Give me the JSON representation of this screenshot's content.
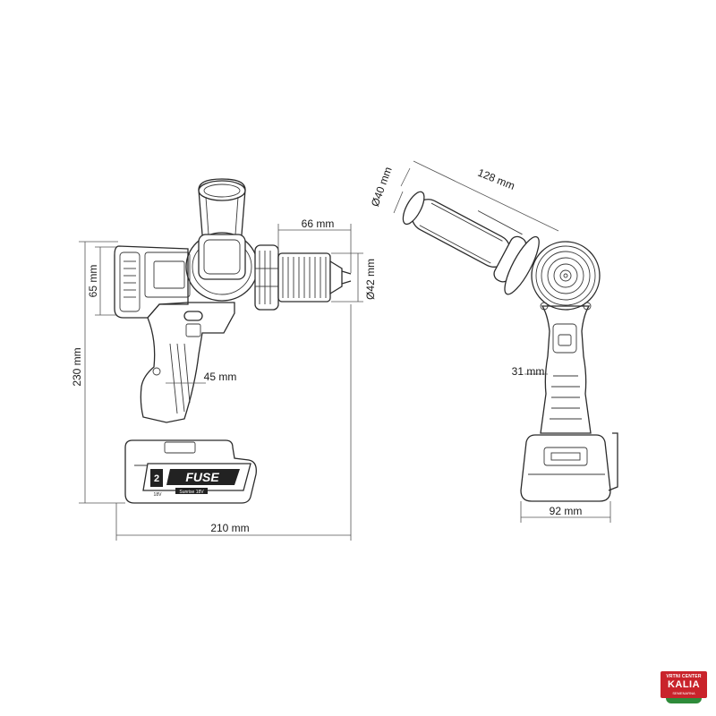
{
  "dimensions": {
    "height_total": "230 mm",
    "head_height": "65 mm",
    "chuck_length": "66 mm",
    "chuck_diameter": "Ø42 mm",
    "grip_width": "45 mm",
    "length_total": "210 mm",
    "handle_length": "128 mm",
    "handle_diameter": "Ø40 mm",
    "grip_depth": "31 mm",
    "width_total": "92 mm"
  },
  "battery_label": {
    "brand": "FUSE",
    "capacity": "2",
    "voltage": "18V",
    "tag": "Sunrise 18V"
  },
  "logo": {
    "top_text": "VRTNI CENTER",
    "name": "KALIA",
    "sub_text": "SEMENARNA",
    "color_red": "#c9232b",
    "color_green": "#2e8b3a"
  }
}
